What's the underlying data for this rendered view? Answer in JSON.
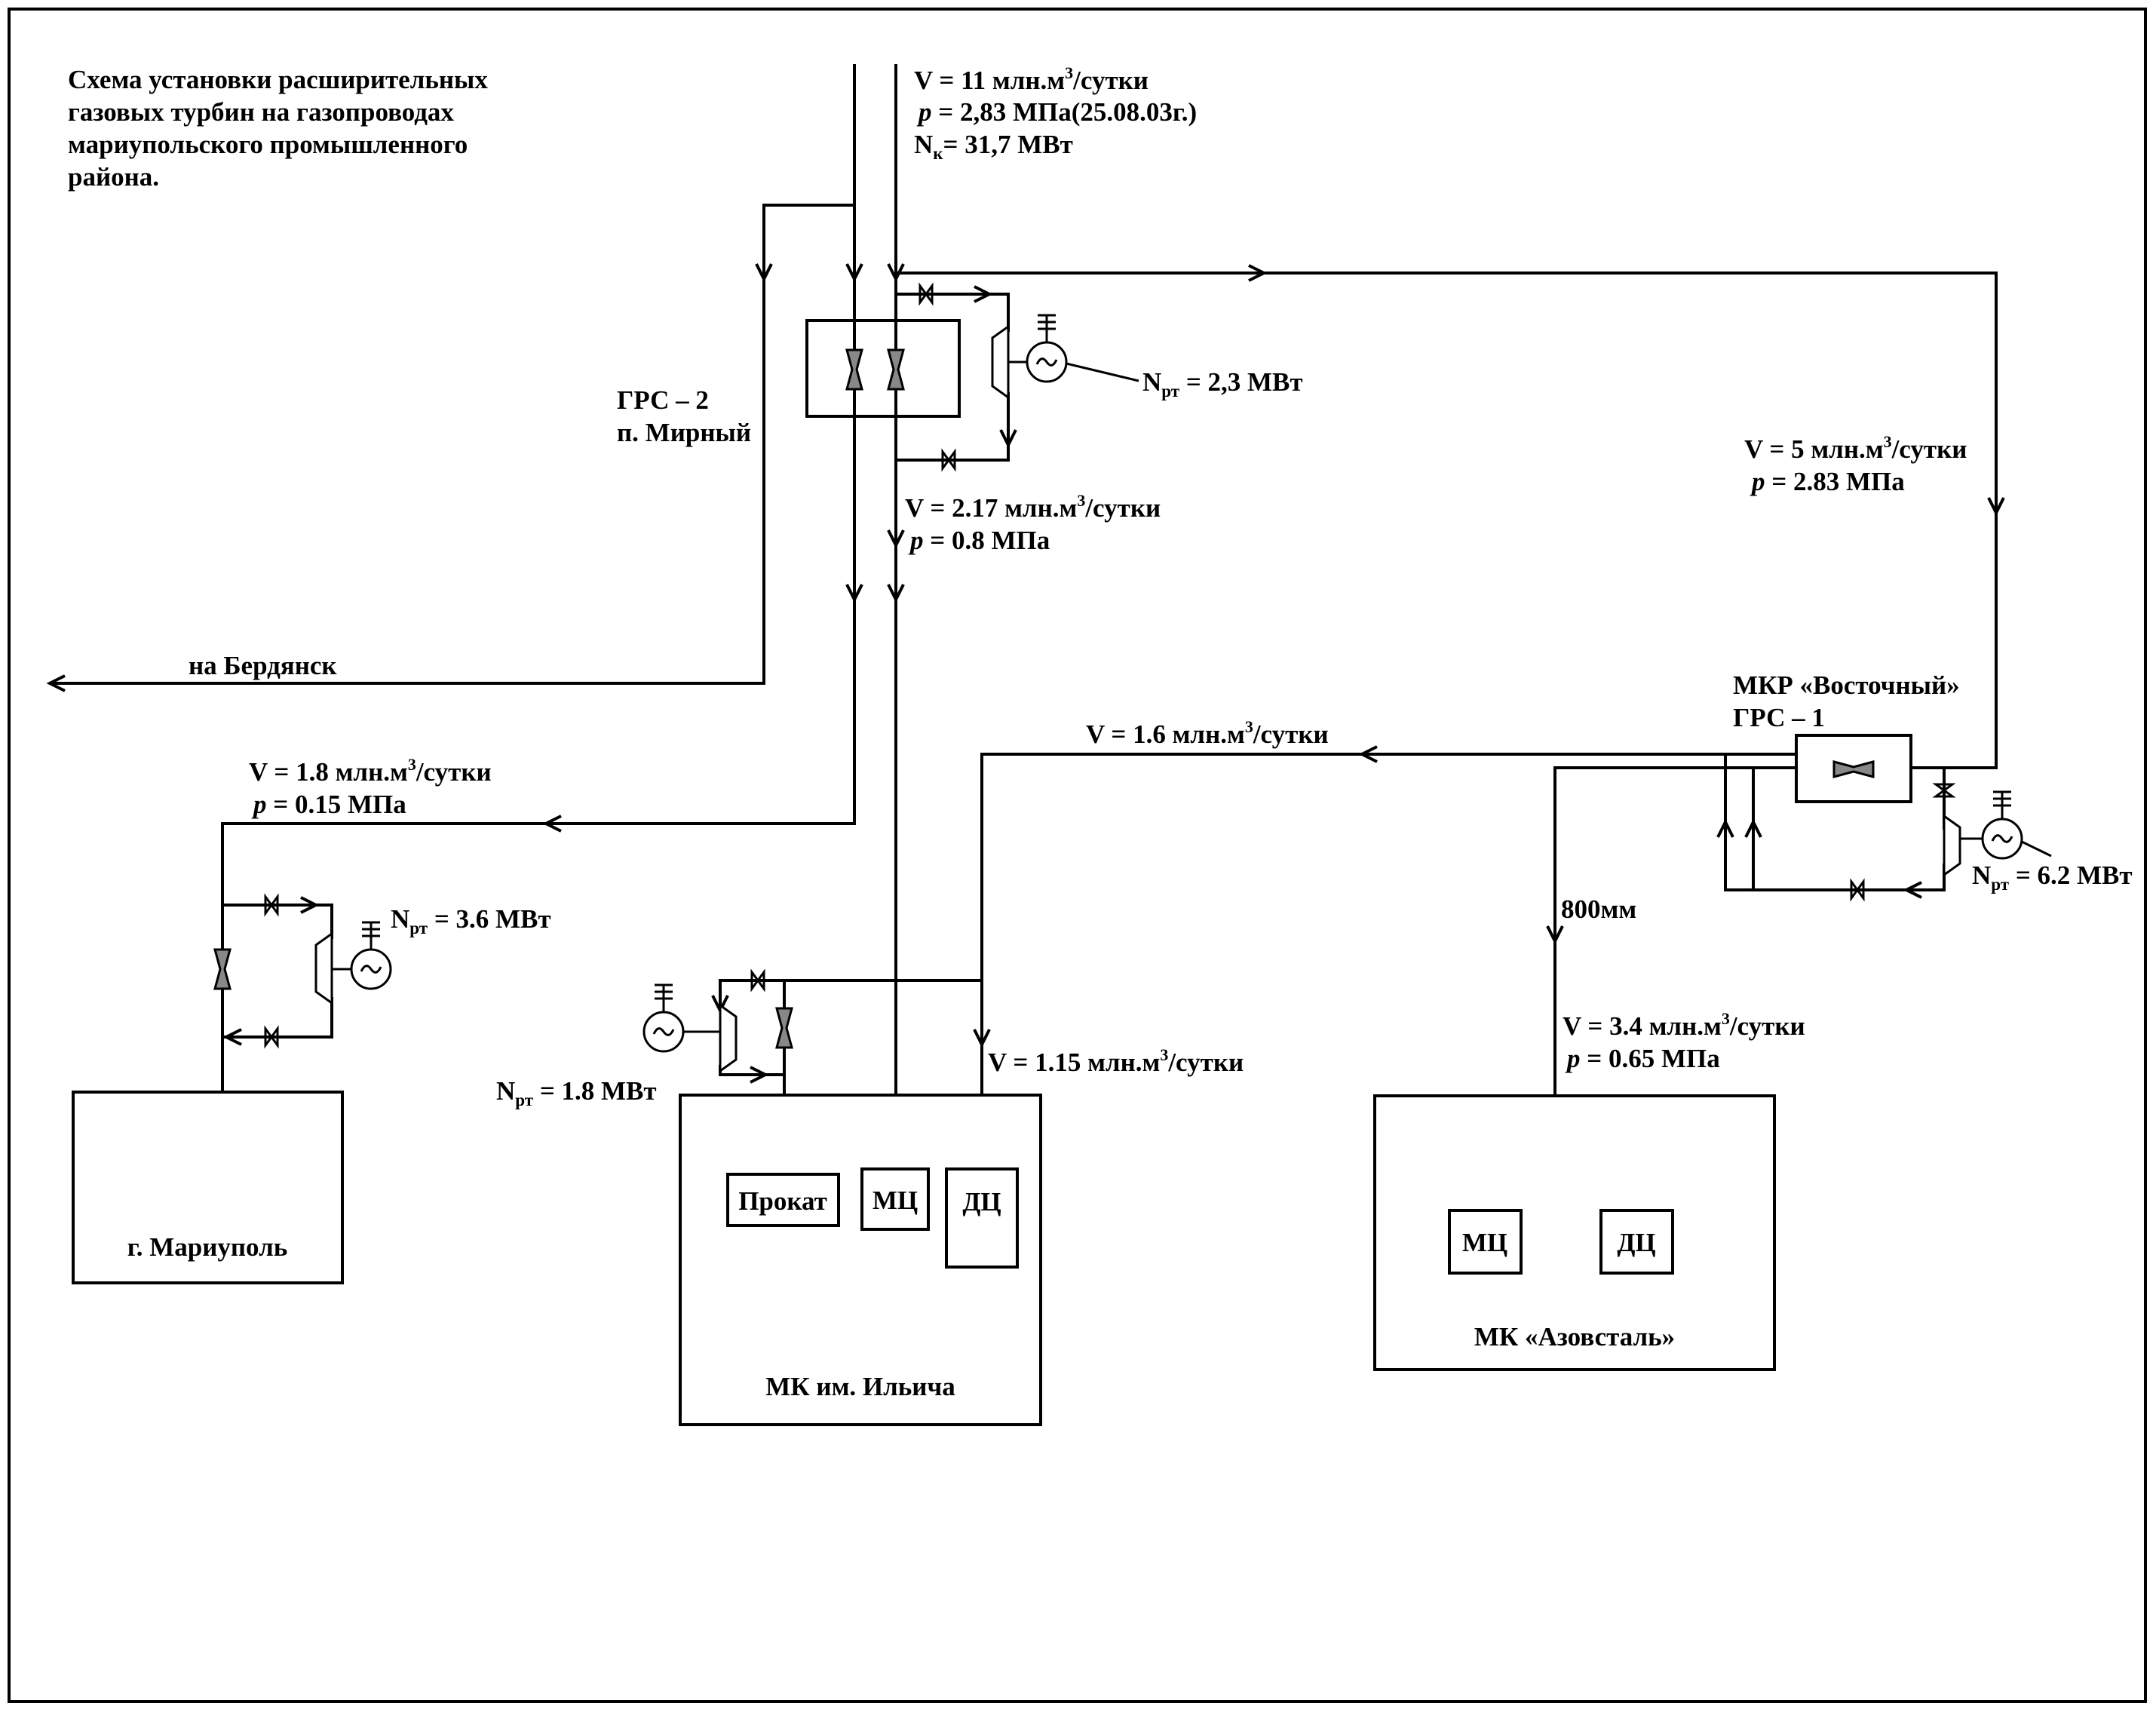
{
  "title_lines": [
    "Схема установки расширительных",
    "газовых турбин на газопроводах",
    "мариупольского промышленного",
    "района."
  ],
  "inlet": {
    "v": "V = 11 млн.м",
    "v_sup": "3",
    "v_unit": "/сутки",
    "p_sym": "p",
    "p_val": " = 2,83 МПа(25.08.03г.)",
    "n_main": "N",
    "n_sub": "к",
    "n_val": "= 31,7 МВт"
  },
  "grs2": {
    "line1": "ГРС – 2",
    "line2": "п. Мирный"
  },
  "turbine_top": {
    "n_main": "N",
    "n_sub": "рт",
    "n_val": " = 2,3 МВт"
  },
  "flow_217": {
    "v": "V = 2.17 млн.м",
    "v_sup": "3",
    "v_unit": "/сутки",
    "p_sym": "p",
    "p_val": "  = 0.8 МПа"
  },
  "flow_5": {
    "v": "V = 5 млн.м",
    "v_sup": "3",
    "v_unit": "/сутки",
    "p_sym": "p",
    "p_val": "  = 2.83 МПа"
  },
  "berdyansk": "на Бердянск",
  "mkr": {
    "line1": "МКР «Восточный»",
    "line2": "ГРС – 1"
  },
  "flow_16": {
    "v": "V = 1.6 млн.м",
    "v_sup": "3",
    "v_unit": "/сутки"
  },
  "flow_18": {
    "v": "V = 1.8 млн.м",
    "v_sup": "3",
    "v_unit": "/сутки",
    "p_sym": "p",
    "p_val": "  = 0.15 МПа"
  },
  "turbine_mariupol": {
    "n_main": "N",
    "n_sub": "рт",
    "n_val": " = 3.6 МВт"
  },
  "turbine_east": {
    "n_main": "N",
    "n_sub": "рт",
    "n_val": " = 6.2 МВт"
  },
  "pipe_800": "800мм",
  "turbine_ilyich": {
    "n_main": "N",
    "n_sub": "рт",
    "n_val": " = 1.8 МВт"
  },
  "flow_115": {
    "v": "V = 1.15 млн.м",
    "v_sup": "3",
    "v_unit": "/сутки"
  },
  "flow_34": {
    "v": "V = 3.4 млн.м",
    "v_sup": "3",
    "v_unit": "/сутки",
    "p_sym": "p",
    "p_val": "  = 0.65 МПа"
  },
  "mariupol": "г. Мариуполь",
  "ilyich": {
    "name": "МК им. Ильича",
    "prokat": "Прокат",
    "mc": "МЦ",
    "dc": "ДЦ"
  },
  "azovstal": {
    "name": "МК «Азовсталь»",
    "mc": "МЦ",
    "dc": "ДЦ"
  }
}
